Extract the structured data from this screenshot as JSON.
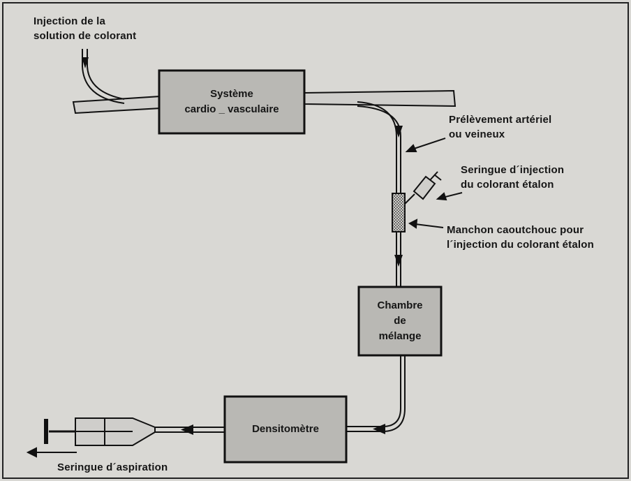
{
  "diagram": {
    "boxes": {
      "cardio": "Système\ncardio _ vasculaire",
      "chambre": "Chambre\nde\nmélange",
      "densito": "Densitomètre"
    },
    "labels": {
      "injection": "Injection de la\nsolution de colorant",
      "prelevement": "Prélèvement artériel\nou veineux",
      "seringue_etalon": "Seringue d´injection\ndu colorant étalon",
      "manchon": "Manchon caoutchouc pour\nl´injection du colorant étalon",
      "seringue_aspiration": "Seringue d´aspiration"
    },
    "colors": {
      "background": "#d9d8d4",
      "box_fill": "#b9b8b4",
      "line": "#111111"
    }
  }
}
